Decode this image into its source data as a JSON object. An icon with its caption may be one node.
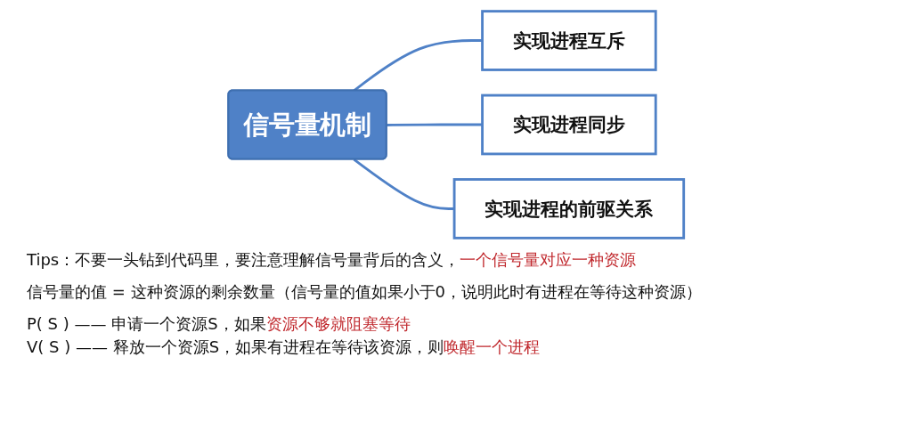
{
  "diagram": {
    "nodes": [
      {
        "text": [
          "信号量机制"
        ]
      },
      {
        "text": [
          "实现进程互斥"
        ]
      },
      {
        "text": [
          "实现进程同步"
        ]
      },
      {
        "text": [
          "实现进程的前驱关系"
        ]
      }
    ],
    "edges": [
      {
        "from": 0,
        "to": 1,
        "arrow": "none"
      },
      {
        "from": 0,
        "to": 2,
        "arrow": "none"
      },
      {
        "from": 0,
        "to": 3,
        "arrow": "none"
      }
    ],
    "labels": [
      "Tips：不要一头钻到代码里，要注意理解信号量背后的含义，",
      "一个信号量对应一种资源",
      "信号量的值 = 这种资源的剩余数量（信号量的值如果小于0，说明此时有进程在等待这种资源）",
      "P( S ) —— 申请一个资源S，如果",
      "资源不够就阻塞等待",
      "V( S ) —— 释放一个资源S，如果有进程在等待该资源，则",
      "唤醒一个进程"
    ]
  }
}
